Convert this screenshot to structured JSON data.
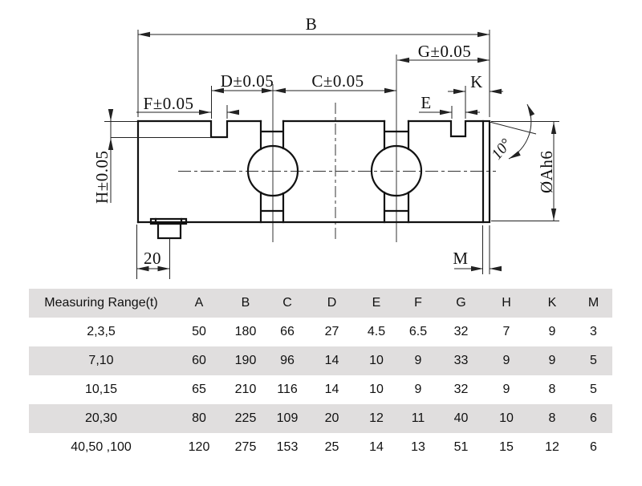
{
  "drawing": {
    "labels": {
      "b": "B",
      "g": "G±0.05",
      "d": "D±0.05",
      "c": "C±0.05",
      "k": "K",
      "e": "E",
      "f": "F±0.05",
      "h": "H±0.05",
      "angle": "10°",
      "dia": "ØAh6",
      "m": "M",
      "foot": "20"
    }
  },
  "table": {
    "stripe_color": "#e0dede",
    "header": [
      "Measuring Range(t)",
      "A",
      "B",
      "C",
      "D",
      "E",
      "F",
      "G",
      "H",
      "K",
      "M"
    ],
    "rows": [
      {
        "range": "2,3,5",
        "values": [
          "50",
          "180",
          "66",
          "27",
          "4.5",
          "6.5",
          "32",
          "7",
          "9",
          "3"
        ]
      },
      {
        "range": "7,10",
        "values": [
          "60",
          "190",
          "96",
          "14",
          "10",
          "9",
          "33",
          "9",
          "9",
          "5"
        ]
      },
      {
        "range": "10,15",
        "values": [
          "65",
          "210",
          "116",
          "14",
          "10",
          "9",
          "32",
          "9",
          "8",
          "5"
        ]
      },
      {
        "range": "20,30",
        "values": [
          "80",
          "225",
          "109",
          "20",
          "12",
          "11",
          "40",
          "10",
          "8",
          "6"
        ]
      },
      {
        "range": "40,50 ,100",
        "values": [
          "120",
          "275",
          "153",
          "25",
          "14",
          "13",
          "51",
          "15",
          "12",
          "6"
        ]
      }
    ]
  }
}
